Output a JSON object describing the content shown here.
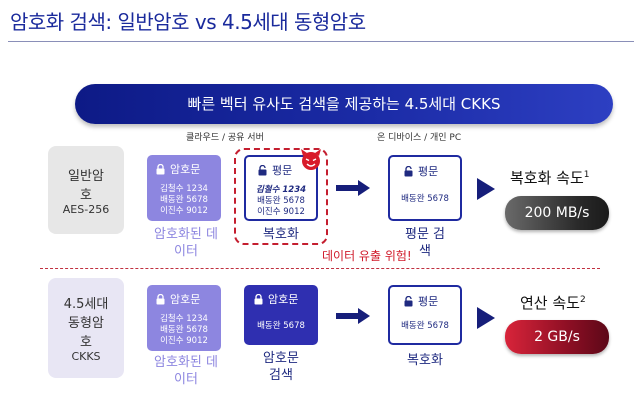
{
  "title": "암호화 검색: 일반암호 vs 4.5세대 동형암호",
  "banner": "빠른 벡터 유사도 검색을 제공하는 4.5세대 CKKS",
  "labels": {
    "cloud": "클라우드 / 공유 서버",
    "device": "온 디바이스 / 개인 PC"
  },
  "row1": {
    "label_line1": "일반암",
    "label_line2": "호",
    "label_line3": "AES-256",
    "cipher_card": {
      "title": "암호문",
      "lines": [
        "김철수 1234",
        "배동완 5678",
        "이진수 9012"
      ]
    },
    "cipher_caption_1": "암호화된 데",
    "cipher_caption_2": "이터",
    "plain_card": {
      "title": "평문",
      "lines": [
        "김철수 1234",
        "배동완 5678",
        "이진수 9012"
      ]
    },
    "plain_caption": "복호화",
    "result_card": {
      "title": "평문",
      "line": "배동완 5678"
    },
    "result_caption_1": "평문 검",
    "result_caption_2": "색",
    "danger": "데이터 유출 위험!",
    "speed_title": "복호화 속도",
    "speed_note": "1",
    "speed_value": "200 MB/s",
    "color": "#222222"
  },
  "row2": {
    "label_line1": "4.5세대",
    "label_line2": "동형암",
    "label_line3": "호",
    "label_line4": "CKKS",
    "cipher_card": {
      "title": "암호문",
      "lines": [
        "김철수 1234",
        "배동완 5678",
        "이진수 9012"
      ]
    },
    "cipher_caption_1": "암호화된 데",
    "cipher_caption_2": "이터",
    "search_card": {
      "title": "암호문",
      "line": "배동완 5678"
    },
    "search_caption_1": "암호문",
    "search_caption_2": "검색",
    "result_card": {
      "title": "평문",
      "line": "배동완 5678"
    },
    "result_caption": "복호화",
    "speed_title": "연산 속도",
    "speed_note": "2",
    "speed_value": "2 GB/s",
    "color": "#b0102a"
  },
  "icons": {
    "lock": "lock-icon",
    "devil": "devil-icon",
    "arrow": "arrow-right-icon"
  }
}
